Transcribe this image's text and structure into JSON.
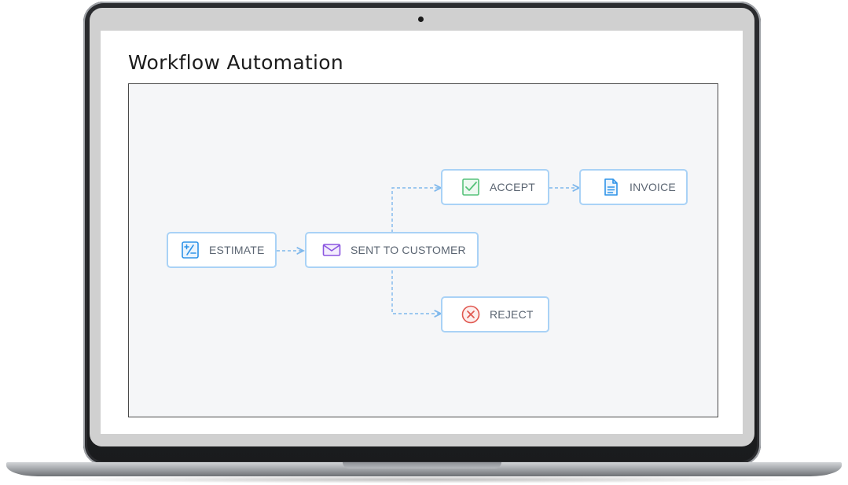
{
  "page": {
    "title": "Workflow Automation"
  },
  "diagram": {
    "nodes": {
      "estimate": {
        "label": "ESTIMATE",
        "icon": "estimate-icon",
        "color": "#2f93e8"
      },
      "sent": {
        "label": "SENT TO CUSTOMER",
        "icon": "envelope-icon",
        "color": "#8b55e0"
      },
      "accept": {
        "label": "ACCEPT",
        "icon": "checkbox-icon",
        "color": "#56c27a"
      },
      "invoice": {
        "label": "INVOICE",
        "icon": "document-icon",
        "color": "#2f93e8"
      },
      "reject": {
        "label": "REJECT",
        "icon": "x-circle-icon",
        "color": "#e0574f"
      }
    },
    "edges": [
      {
        "from": "ESTIMATE",
        "to": "SENT TO CUSTOMER"
      },
      {
        "from": "SENT TO CUSTOMER",
        "to": "ACCEPT"
      },
      {
        "from": "SENT TO CUSTOMER",
        "to": "REJECT"
      },
      {
        "from": "ACCEPT",
        "to": "INVOICE"
      }
    ],
    "border_color": "#a9d2f6",
    "connector_color": "#7fb8ec"
  }
}
